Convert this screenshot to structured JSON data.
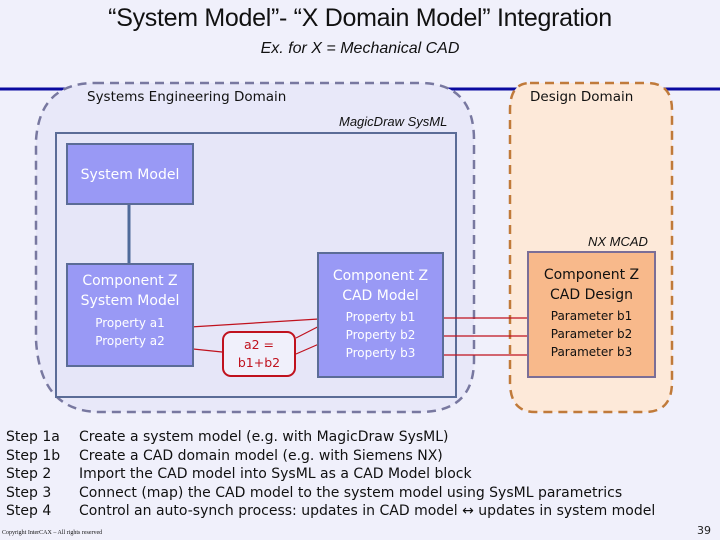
{
  "title": "“System Model”- “X Domain Model” Integration",
  "subtitle": "Ex. for X = Mechanical CAD",
  "domains": {
    "systems_engineering": {
      "label": "Systems Engineering Domain",
      "tool": "MagicDraw SysML"
    },
    "design": {
      "label": "Design Domain",
      "tool": "NX MCAD"
    }
  },
  "blocks": {
    "system_model": {
      "title": "System Model"
    },
    "component_system_model": {
      "title_line1": "Component Z",
      "title_line2": "System Model",
      "properties": [
        "Property a1",
        "Property a2"
      ]
    },
    "component_cad_model": {
      "title_line1": "Component Z",
      "title_line2": "CAD Model",
      "properties": [
        "Property b1",
        "Property b2",
        "Property b3"
      ]
    },
    "component_cad_design": {
      "title_line1": "Component Z",
      "title_line2": "CAD Design",
      "parameters": [
        "Parameter b1",
        "Parameter b2",
        "Parameter b3"
      ]
    }
  },
  "formula": {
    "line1": "a2 =",
    "line2": "b1+b2"
  },
  "colors": {
    "background": "#f0f0fb",
    "block_blue": "#9999f5",
    "block_orange": "#f8b98b",
    "design_domain_fill": "#fde9d9",
    "connector_red": "#c0121e",
    "top_rule": "#0a0aa0"
  },
  "steps": [
    {
      "id": "Step 1a",
      "text": "Create a system model (e.g. with MagicDraw SysML)"
    },
    {
      "id": "Step 1b",
      "text": "Create a CAD domain model (e.g. with Siemens NX)"
    },
    {
      "id": "Step 2",
      "text": "Import the CAD model into SysML as a CAD Model block"
    },
    {
      "id": "Step 3",
      "text": "Connect (map) the CAD model to the system model using SysML parametrics"
    },
    {
      "id": "Step 4",
      "text": "Control an auto-synch process: updates in CAD model ↔ updates in system model"
    }
  ],
  "footer": {
    "copyright": "Copyright InterCAX – All rights reserved",
    "page_number": "39"
  }
}
